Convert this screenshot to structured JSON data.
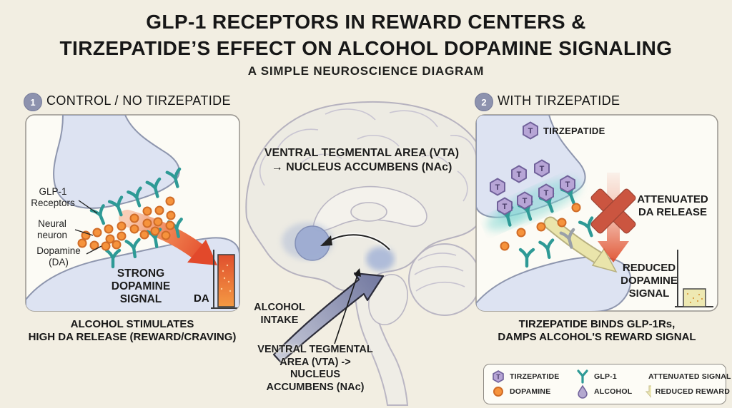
{
  "title_line1": "GLP-1 RECEPTORS IN REWARD CENTERS &",
  "title_line2": "TIRZEPATIDE’S EFFECT ON ALCOHOL DOPAMINE SIGNALING",
  "subtitle": "A SIMPLE NEUROSCIENCE DIAGRAM",
  "left_panel": {
    "badge": "1",
    "heading": "CONTROL / NO TIRZEPATIDE",
    "glp1_label": "GLP-1\nReceptors",
    "neuron_label": "Neural\nneuron",
    "dopamine_label": "Dopamine\n(DA)",
    "signal_label": "STRONG\nDOPAMINE\nSIGNAL",
    "bar_label": "DA",
    "caption": "ALCOHOL STIMULATES\nHIGH DA RELEASE (REWARD/CRAVING)"
  },
  "brain": {
    "pathway_label": "VENTRAL TEGMENTAL AREA (VTA)\n→ NUCLEUS ACCUMBENS (NAc)",
    "alcohol_label": "ALCOHOL\nINTAKE",
    "vta_label": "VENTRAL TEGMENTAL\nAREA (VTA) -> NUCLEUS\nACCUMBENS (NAc)"
  },
  "right_panel": {
    "badge": "2",
    "heading": "WITH TIRZEPATIDE",
    "tirzepatide_label": "TIRZEPATIDE",
    "attenuated_label": "ATTENUATED\nDA RELEASE",
    "reduced_label": "REDUCED\nDOPAMINE\nSIGNAL",
    "caption": "TIRZEPATIDE BINDS GLP-1Rs,\nDAMPS ALCOHOL'S REWARD SIGNAL"
  },
  "icons": {
    "hexagon_letter": "T"
  },
  "legend": {
    "items": [
      {
        "icon": "tirzepatide-hexagon-icon",
        "label": "TIRZEPATIDE"
      },
      {
        "icon": "glp1-receptor-icon",
        "label": "GLP-1"
      },
      {
        "icon": "attenuated-x-icon",
        "label": "ATTENUATED SIGNAL"
      },
      {
        "icon": "dopamine-dot-icon",
        "label": "DOPAMINE"
      },
      {
        "icon": "alcohol-droplet-icon",
        "label": "ALCOHOL"
      },
      {
        "icon": "reduced-reward-arrow-icon",
        "label": "REDUCED REWARD"
      }
    ]
  },
  "colors": {
    "background": "#f2eee2",
    "panel": "#fcfbf5",
    "teal_receptor": "#2e9a96",
    "dopamine_orange": "#f6933c",
    "signal_red": "#e2492b",
    "tirzepatide_purple": "#b7a5d6",
    "reduced_yellow": "#eae5ab",
    "brain_fill": "#edebe3",
    "badge_slate": "#8d92ae"
  }
}
